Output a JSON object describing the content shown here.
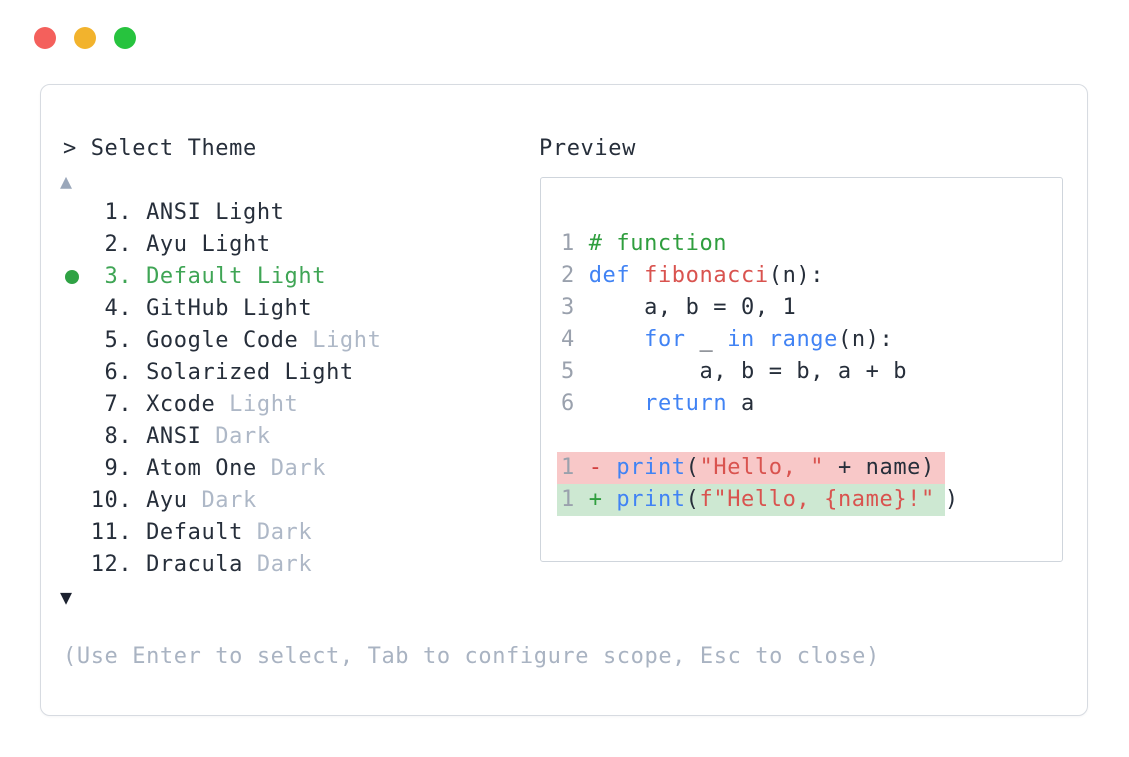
{
  "window": {
    "controls": [
      {
        "name": "close",
        "color": "#f4605c"
      },
      {
        "name": "minimize",
        "color": "#f2b32d"
      },
      {
        "name": "zoom",
        "color": "#27c33e"
      }
    ]
  },
  "theme_picker": {
    "prompt": "> ",
    "title": "Select Theme",
    "scroll_up_symbol": "▲",
    "scroll_down_symbol": "▼",
    "items": [
      {
        "number": "1",
        "name": "ANSI",
        "variant": "Light",
        "variant_muted": false,
        "selected": false
      },
      {
        "number": "2",
        "name": "Ayu",
        "variant": "Light",
        "variant_muted": false,
        "selected": false
      },
      {
        "number": "3",
        "name": "Default",
        "variant": "Light",
        "variant_muted": false,
        "selected": true
      },
      {
        "number": "4",
        "name": "GitHub",
        "variant": "Light",
        "variant_muted": false,
        "selected": false
      },
      {
        "number": "5",
        "name": "Google Code",
        "variant": "Light",
        "variant_muted": true,
        "selected": false
      },
      {
        "number": "6",
        "name": "Solarized",
        "variant": "Light",
        "variant_muted": false,
        "selected": false
      },
      {
        "number": "7",
        "name": "Xcode",
        "variant": "Light",
        "variant_muted": true,
        "selected": false
      },
      {
        "number": "8",
        "name": "ANSI",
        "variant": "Dark",
        "variant_muted": true,
        "selected": false
      },
      {
        "number": "9",
        "name": "Atom One",
        "variant": "Dark",
        "variant_muted": true,
        "selected": false
      },
      {
        "number": "10",
        "name": "Ayu",
        "variant": "Dark",
        "variant_muted": true,
        "selected": false
      },
      {
        "number": "11",
        "name": "Default",
        "variant": "Dark",
        "variant_muted": true,
        "selected": false
      },
      {
        "number": "12",
        "name": "Dracula",
        "variant": "Dark",
        "variant_muted": true,
        "selected": false
      }
    ],
    "hint": "(Use Enter to select, Tab to configure scope, Esc to close)"
  },
  "preview": {
    "label": "Preview",
    "code_lines": [
      {
        "type": "code",
        "segments": [
          {
            "t": "1 ",
            "s": "num"
          },
          {
            "t": "# function",
            "s": "comment"
          }
        ]
      },
      {
        "type": "code",
        "segments": [
          {
            "t": "2 ",
            "s": "num"
          },
          {
            "t": "def",
            "s": "kw"
          },
          {
            "t": " ",
            "s": "plain"
          },
          {
            "t": "fibonacci",
            "s": "fn"
          },
          {
            "t": "(n):",
            "s": "plain"
          }
        ]
      },
      {
        "type": "code",
        "segments": [
          {
            "t": "3 ",
            "s": "num"
          },
          {
            "t": "    a, b = 0, 1",
            "s": "plain"
          }
        ]
      },
      {
        "type": "code",
        "segments": [
          {
            "t": "4 ",
            "s": "num"
          },
          {
            "t": "    ",
            "s": "plain"
          },
          {
            "t": "for",
            "s": "kw"
          },
          {
            "t": " _ ",
            "s": "plain"
          },
          {
            "t": "in",
            "s": "kw"
          },
          {
            "t": " ",
            "s": "plain"
          },
          {
            "t": "range",
            "s": "kw"
          },
          {
            "t": "(n):",
            "s": "plain"
          }
        ]
      },
      {
        "type": "code",
        "segments": [
          {
            "t": "5 ",
            "s": "num"
          },
          {
            "t": "        a, b = b, a + b",
            "s": "plain"
          }
        ]
      },
      {
        "type": "code",
        "segments": [
          {
            "t": "6 ",
            "s": "num"
          },
          {
            "t": "    ",
            "s": "plain"
          },
          {
            "t": "return",
            "s": "kw"
          },
          {
            "t": " a",
            "s": "plain"
          }
        ]
      },
      {
        "type": "blank"
      },
      {
        "type": "diff-del",
        "highlight": [
          {
            "t": "1 ",
            "s": "num"
          },
          {
            "t": "- ",
            "s": "del"
          },
          {
            "t": "print",
            "s": "kw"
          },
          {
            "t": "(",
            "s": "plain"
          },
          {
            "t": "\"Hello, \"",
            "s": "str"
          },
          {
            "t": " + name)",
            "s": "plain"
          }
        ],
        "after": []
      },
      {
        "type": "diff-add",
        "highlight": [
          {
            "t": "1 ",
            "s": "num"
          },
          {
            "t": "+ ",
            "s": "add"
          },
          {
            "t": "print",
            "s": "kw"
          },
          {
            "t": "(",
            "s": "plain"
          },
          {
            "t": "f\"Hello, {name}!\"",
            "s": "str"
          }
        ],
        "after": [
          {
            "t": ")",
            "s": "plain"
          }
        ]
      }
    ]
  },
  "colors": {
    "selected_green": "#3fa555",
    "muted_gray": "#aeb8c7",
    "hint_gray": "#a9b3c2",
    "keyword_blue": "#4183f4",
    "string_red": "#d9534f",
    "comment_green": "#2f9e3e",
    "diff_del_bg": "#f8c8c8",
    "diff_add_bg": "#cde8d2",
    "line_number_gray": "#9aa1ad",
    "text_dark": "#262e3a"
  }
}
